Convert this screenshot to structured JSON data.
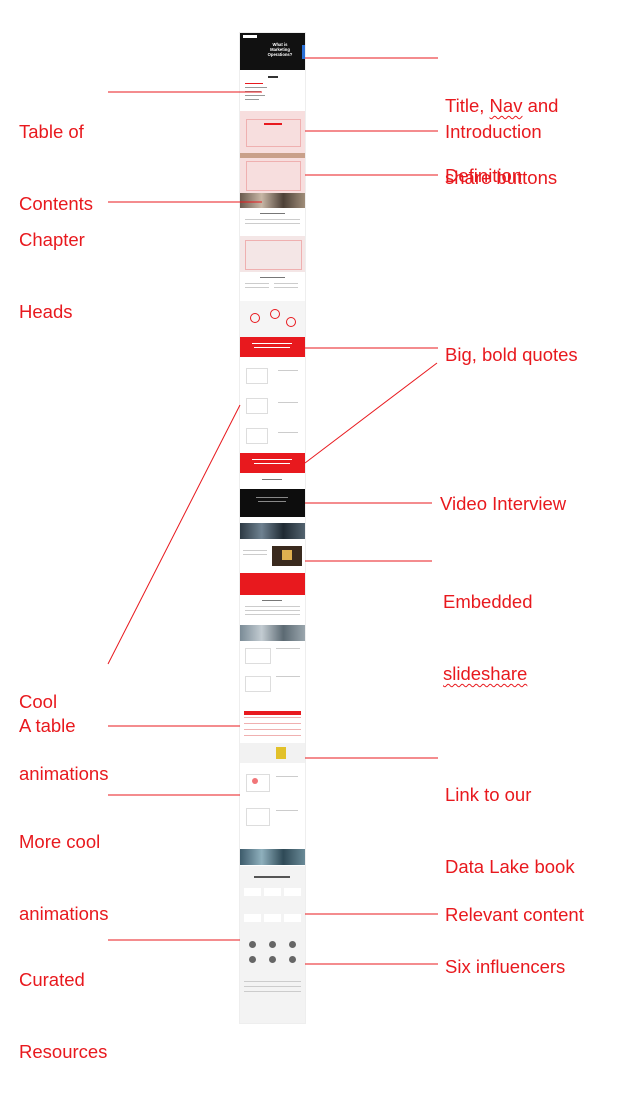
{
  "colors": {
    "accent": "#e8191e",
    "dark": "#111111",
    "light": "#f2f2f2",
    "pink": "#f6d6d6"
  },
  "labels": {
    "toc": [
      "Table of",
      "Contents"
    ],
    "chapter_heads": [
      "Chapter",
      "Heads"
    ],
    "cool_animations": [
      "Cool",
      "animations"
    ],
    "a_table": "A table",
    "more_cool_animations": [
      "More cool",
      "animations"
    ],
    "curated_resources": [
      "Curated",
      "Resources"
    ],
    "title_nav_share": {
      "line1_pre": "Title, ",
      "line1_nav": "Nav",
      "line1_post": " and",
      "line2": "share buttons"
    },
    "introduction": "Introduction",
    "definition": "Definition",
    "big_bold_quotes": "Big, bold quotes",
    "video_interview": "Video Interview",
    "embedded_slideshare": [
      "Embedded",
      "slideshare"
    ],
    "data_lake_link": [
      "Link to our",
      "Data Lake book"
    ],
    "relevant_content": "Relevant content",
    "six_influencers": "Six influencers"
  },
  "thumbnail": {
    "hero_title": [
      "What is",
      "Marketing",
      "Operations?"
    ]
  }
}
